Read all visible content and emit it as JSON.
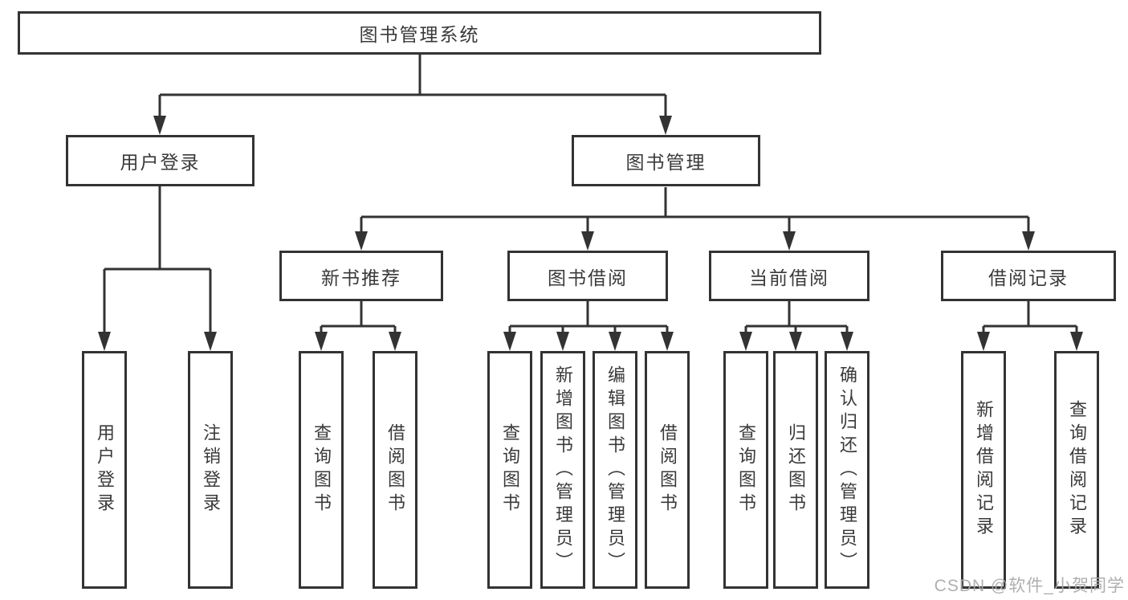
{
  "diagram_type": "hierarchy-tree",
  "colors": {
    "line": "#333333",
    "border": "#333333",
    "text": "#3a3a3a",
    "watermark": "#a9a9a9",
    "background": "#ffffff"
  },
  "tree": {
    "label": "图书管理系统",
    "children": [
      {
        "label": "用户登录",
        "children": [
          {
            "label": "用户登录"
          },
          {
            "label": "注销登录"
          }
        ]
      },
      {
        "label": "图书管理",
        "children": [
          {
            "label": "新书推荐",
            "children": [
              {
                "label": "查询图书"
              },
              {
                "label": "借阅图书"
              }
            ]
          },
          {
            "label": "图书借阅",
            "children": [
              {
                "label": "查询图书"
              },
              {
                "label": "新增图书（管理员）"
              },
              {
                "label": "编辑图书（管理员）"
              },
              {
                "label": "借阅图书"
              }
            ]
          },
          {
            "label": "当前借阅",
            "children": [
              {
                "label": "查询图书"
              },
              {
                "label": "归还图书"
              },
              {
                "label": "确认归还（管理员）"
              }
            ]
          },
          {
            "label": "借阅记录",
            "children": [
              {
                "label": "新增借阅记录"
              },
              {
                "label": "查询借阅记录"
              }
            ]
          }
        ]
      }
    ]
  },
  "watermark": "CSDN @软件_小贺同学"
}
